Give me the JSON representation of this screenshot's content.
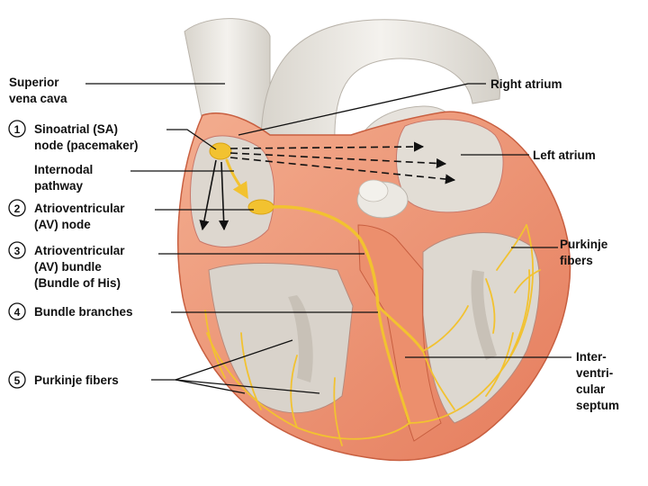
{
  "labels": {
    "superior_vena_cava": [
      "Superior",
      "vena cava"
    ],
    "right_atrium": "Right atrium",
    "left_atrium": "Left atrium",
    "sa_node": [
      "Sinoatrial (SA)",
      "node (pacemaker)"
    ],
    "internodal": [
      "Internodal",
      "pathway"
    ],
    "av_node": [
      "Atrioventricular",
      "(AV) node"
    ],
    "av_bundle": [
      "Atrioventricular",
      "(AV) bundle",
      "(Bundle of His)"
    ],
    "bundle_branches": "Bundle branches",
    "purkinje_left": "Purkinje fibers",
    "purkinje_right": [
      "Purkinje",
      "fibers"
    ],
    "septum": [
      "Inter-",
      "ventri-",
      "cular",
      "septum"
    ]
  },
  "steps": [
    "1",
    "2",
    "3",
    "4",
    "5"
  ],
  "colors": {
    "myocardium": "#ef9a7a",
    "myocardium_dark": "#d9704f",
    "chamber": "#e4e0da",
    "vessel": "#ece9e3",
    "conduction": "#f2c230",
    "arrow": "#111111"
  }
}
